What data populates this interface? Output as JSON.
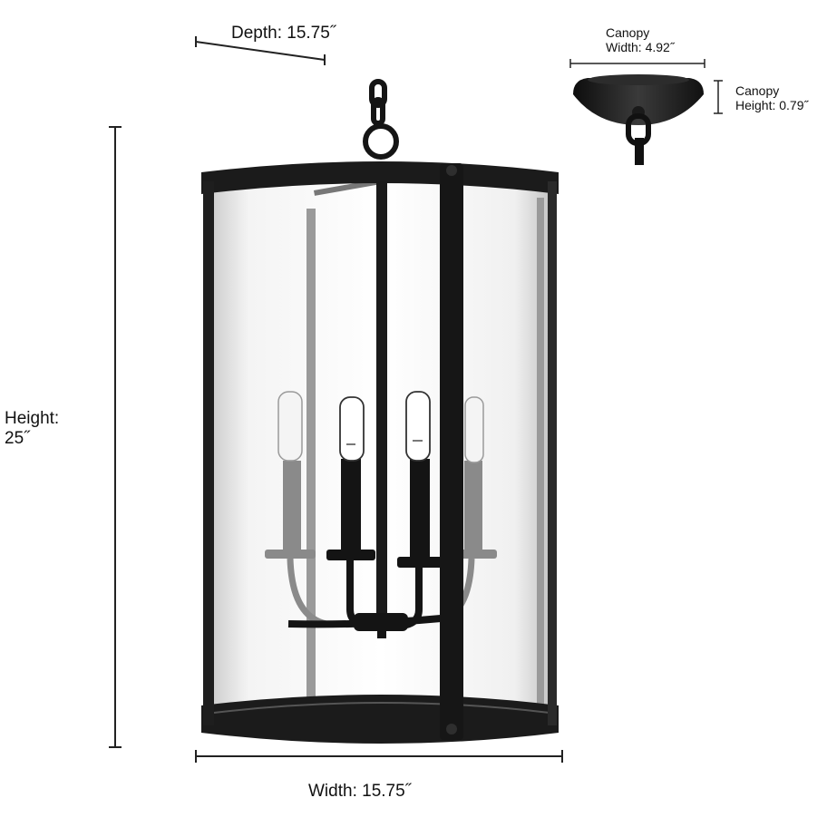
{
  "dimensions": {
    "depth": "Depth: 15.75˝",
    "height_line1": "Height:",
    "height_line2": "25˝",
    "width": "Width: 15.75˝",
    "canopy_width_line1": "Canopy",
    "canopy_width_line2": "Width: 4.92˝",
    "canopy_height_line1": "Canopy",
    "canopy_height_line2": "Height: 0.79˝"
  },
  "colors": {
    "metal": "#1a1a1a",
    "glass": "#f2f2f2",
    "dimension_line": "#222222"
  },
  "product": {
    "lamp_count": 4
  }
}
